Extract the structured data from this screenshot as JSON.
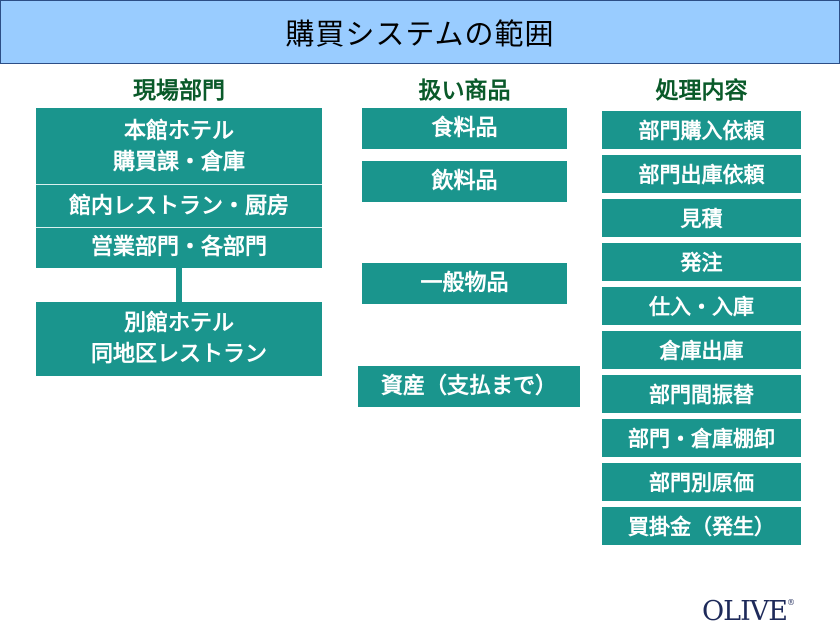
{
  "title": "購買システムの範囲",
  "columns": {
    "field_dept": "現場部門",
    "goods": "扱い商品",
    "processing": "処理内容"
  },
  "field_dept": {
    "main_hotel_line1": "本館ホテル",
    "main_hotel_line2": "購買課・倉庫",
    "restaurant_kitchen": "館内レストラン・厨房",
    "sales_depts": "営業部門・各部門",
    "annex_line1": "別館ホテル",
    "annex_line2": "同地区レストラン"
  },
  "goods": [
    "食料品",
    "飲料品",
    "一般物品",
    "資産（支払まで）"
  ],
  "processing": [
    "部門購入依頼",
    "部門出庫依頼",
    "見積",
    "発注",
    "仕入・入庫",
    "倉庫出庫",
    "部門間振替",
    "部門・倉庫棚卸",
    "部門別原価",
    "買掛金（発生）"
  ],
  "logo": {
    "text": "OLIVE",
    "mark": "®"
  },
  "colors": {
    "box": "#1a958d",
    "header_text": "#0a5a2a",
    "title_bg": "#99ccff"
  }
}
